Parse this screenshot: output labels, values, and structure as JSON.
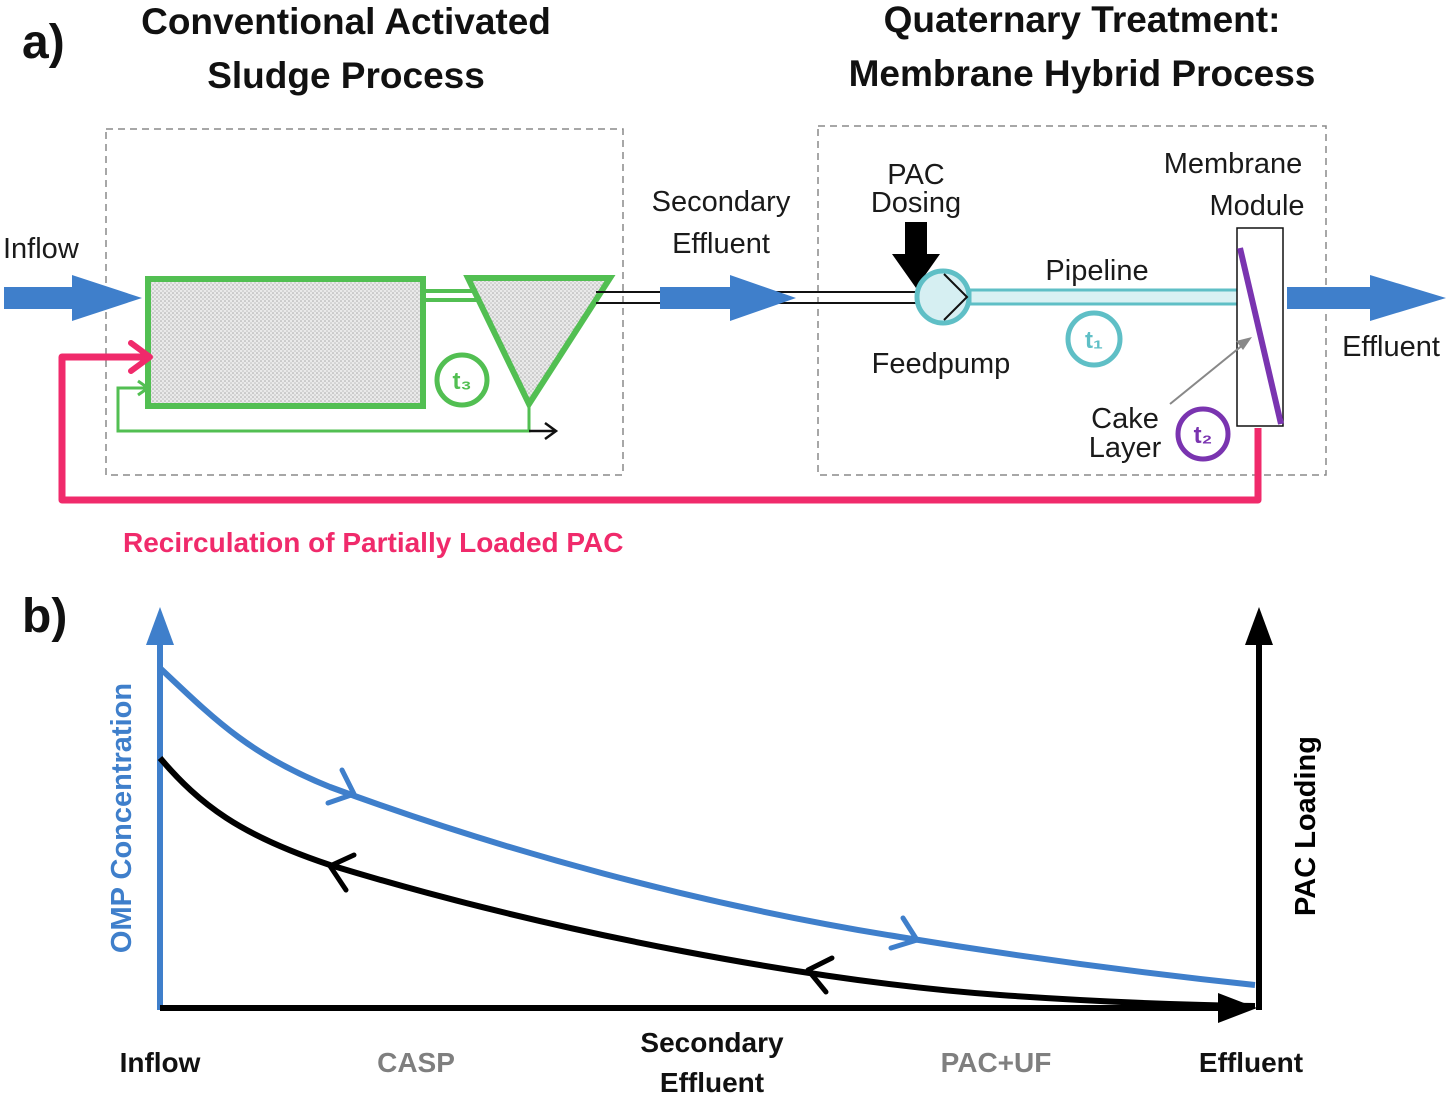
{
  "panel_a": {
    "label": "a)",
    "title_left_line1": "Conventional Activated",
    "title_left_line2": "Sludge Process",
    "title_right_line1": "Quaternary Treatment:",
    "title_right_line2": "Membrane Hybrid Process",
    "inflow": "Inflow",
    "secondary_effluent_line1": "Secondary",
    "secondary_effluent_line2": "Effluent",
    "pac_dosing_line1": "PAC",
    "pac_dosing_line2": "Dosing",
    "pipeline": "Pipeline",
    "feedpump": "Feedpump",
    "membrane_module_line1": "Membrane",
    "membrane_module_line2": "Module",
    "effluent": "Effluent",
    "cake_layer_line1": "Cake",
    "cake_layer_line2": "Layer",
    "t1": "t₁",
    "t2": "t₂",
    "t3": "t₃",
    "recirculation": "Recirculation of Partially Loaded PAC"
  },
  "panel_b": {
    "label": "b)",
    "y_left_label": "OMP Concentration",
    "y_right_label": "PAC Loading",
    "x_labels": [
      "Inflow",
      "CASP",
      "Secondary",
      "Effluent",
      "PAC+UF",
      "Effluent"
    ]
  },
  "colors": {
    "blue": "#3f7fcb",
    "green": "#52bf52",
    "pink": "#f02a6b",
    "teal": "#5fbfc6",
    "purple": "#7a34b0",
    "black": "#000000",
    "grey_label": "#7f7f7f"
  }
}
